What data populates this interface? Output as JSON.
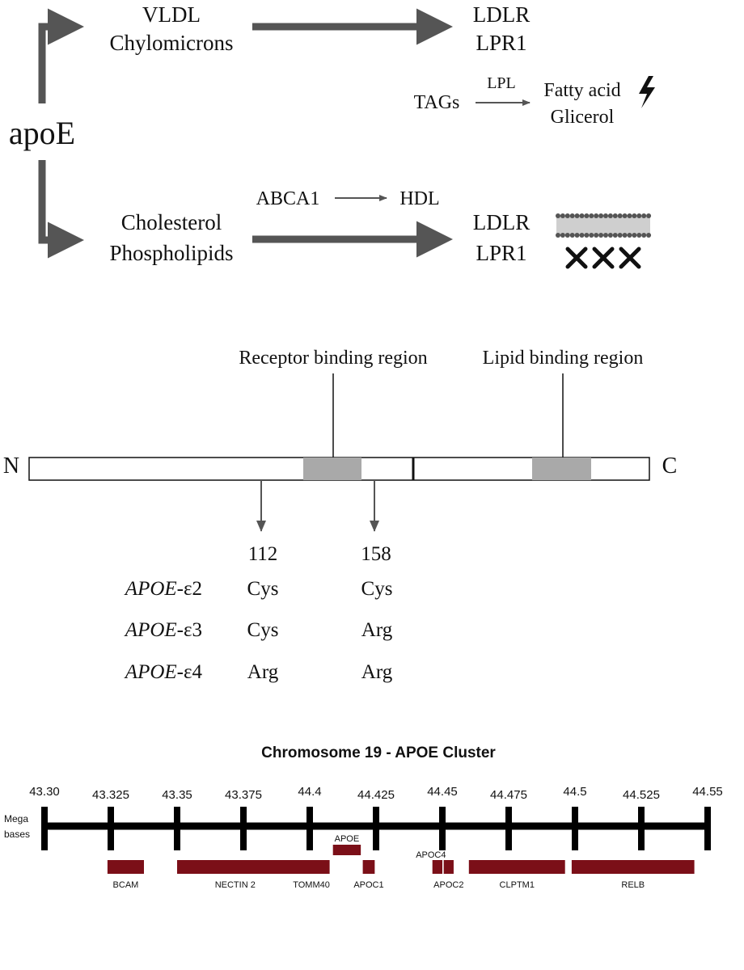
{
  "pathway": {
    "root": "apoE",
    "upper_branch": {
      "source_lines": [
        "VLDL",
        "Chylomicrons"
      ],
      "target_lines": [
        "LDLR",
        "LPR1"
      ],
      "side_reaction": {
        "substrate": "TAGs",
        "enzyme": "LPL",
        "product_lines": [
          "Fatty acid",
          "Glicerol"
        ],
        "product_icon": "lightning-bolt-icon"
      }
    },
    "lower_branch": {
      "source_lines": [
        "Cholesterol",
        "Phospholipids"
      ],
      "target_lines": [
        "LDLR",
        "LPR1"
      ],
      "side_reaction": {
        "from": "ABCA1",
        "to": "HDL"
      },
      "target_icons": [
        "lipid-bilayer-icon",
        "cross-mark-icon",
        "cross-mark-icon",
        "cross-mark-icon"
      ]
    }
  },
  "protein": {
    "n_terminus": "N",
    "c_terminus": "C",
    "receptor_region_label": "Receptor binding region",
    "lipid_region_label": "Lipid binding region",
    "positions": [
      "112",
      "158"
    ],
    "alleles": [
      {
        "name_italic": "APOE",
        "suffix": "-ε2",
        "residues": [
          "Cys",
          "Cys"
        ]
      },
      {
        "name_italic": "APOE",
        "suffix": "-ε3",
        "residues": [
          "Cys",
          "Arg"
        ]
      },
      {
        "name_italic": "APOE",
        "suffix": "-ε4",
        "residues": [
          "Arg",
          "Arg"
        ]
      }
    ]
  },
  "chromosome": {
    "title": "Chromosome 19 - APOE Cluster",
    "axis_label_lines": [
      "Mega",
      "bases"
    ],
    "ticks": [
      "43.30",
      "43.325",
      "43.35",
      "43.375",
      "44.4",
      "44.425",
      "44.45",
      "44.475",
      "44.5",
      "44.525",
      "44.55"
    ],
    "genes": [
      {
        "name": "BCAM",
        "start_tick": 0.95,
        "end_tick": 1.5
      },
      {
        "name": "NECTIN 2",
        "start_tick": 2.0,
        "end_tick": 3.75
      },
      {
        "name": "TOMM40",
        "start_tick": 3.75,
        "end_tick": 4.3
      },
      {
        "name": "APOE",
        "start_tick": 4.35,
        "end_tick": 4.77
      },
      {
        "name": "APOC1",
        "start_tick": 4.8,
        "end_tick": 4.98
      },
      {
        "name": "APOC4",
        "start_tick": 5.85,
        "end_tick": 6.0
      },
      {
        "name": "APOC2",
        "start_tick": 6.02,
        "end_tick": 6.17
      },
      {
        "name": "CLPTM1",
        "start_tick": 6.4,
        "end_tick": 7.85
      },
      {
        "name": "RELB",
        "start_tick": 7.95,
        "end_tick": 9.8
      }
    ],
    "colors": {
      "axis": "#000000",
      "gene": "#7b0f18"
    }
  },
  "colors": {
    "arrow": "#555555",
    "region": "#a9a9a9",
    "text": "#111111"
  }
}
